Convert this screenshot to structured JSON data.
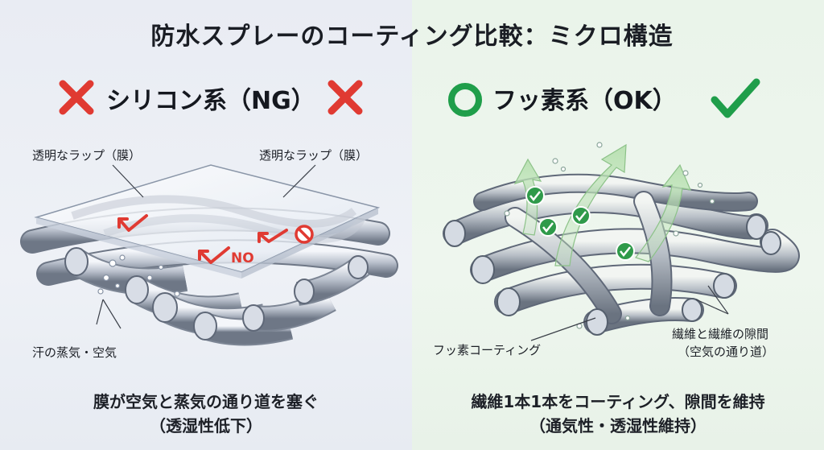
{
  "title": "防水スプレーのコーティング比較：ミクロ構造",
  "left": {
    "heading": "シリコン系（NG）",
    "film_label_1": "透明なラップ（膜）",
    "film_label_2": "透明なラップ（膜）",
    "no_label": "NO",
    "vapor_label": "汗の蒸気・空気",
    "caption_line1": "膜が空気と蒸気の通り道を塞ぐ",
    "caption_line2": "（透湿性低下）",
    "accent": "#e03a32"
  },
  "right": {
    "heading": "フッ素系（OK）",
    "coating_label": "フッ素コーティング",
    "gap_label_line1": "繊維と繊維の隙間",
    "gap_label_line2": "（空気の通り道）",
    "caption_line1": "繊維1本1本をコーティング、隙間を維持",
    "caption_line2": "（通気性・透湿性維持）",
    "accent": "#1f9e4a"
  },
  "icons": {
    "ng_mark": "cross-icon",
    "ok_circle": "circle-icon",
    "ok_check": "check-icon",
    "prohibited": "prohibited-icon",
    "airflow": "up-arrow-icon"
  }
}
